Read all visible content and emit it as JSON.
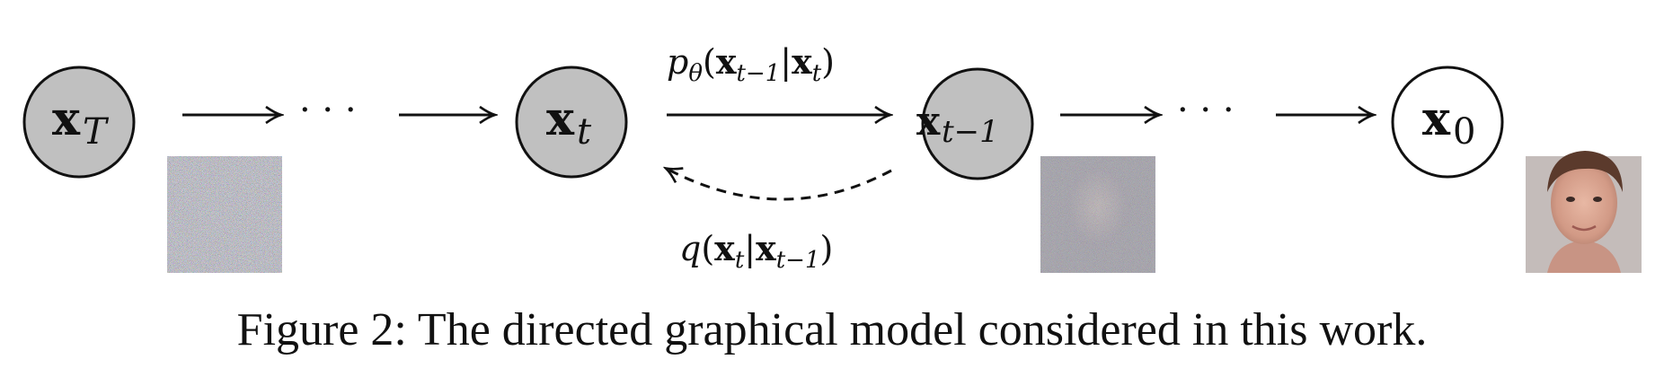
{
  "nodes": {
    "xT": {
      "base": "x",
      "sub": "T",
      "fill": "#c0c0c0"
    },
    "xt": {
      "base": "x",
      "sub": "t",
      "fill": "#c0c0c0"
    },
    "xt1": {
      "base": "x",
      "sub": "t−1",
      "fill": "#c0c0c0"
    },
    "x0": {
      "base": "x",
      "sub": "0",
      "fill": "#ffffff"
    }
  },
  "ellipsis_left": "· · ·",
  "ellipsis_right": "· · ·",
  "edges": {
    "reverse": {
      "fn": "p",
      "fn_sub": "θ",
      "arg1_base": "x",
      "arg1_sub": "t−1",
      "arg2_base": "x",
      "arg2_sub": "t"
    },
    "forward": {
      "fn": "q",
      "arg1_base": "x",
      "arg1_sub": "t",
      "arg2_base": "x",
      "arg2_sub": "t−1"
    }
  },
  "images": {
    "noise_xT": "pure noise sample",
    "noise_xt1": "noisy face sample",
    "face_x0": "clean face sample"
  },
  "caption": "Figure 2: The directed graphical model considered in this work."
}
